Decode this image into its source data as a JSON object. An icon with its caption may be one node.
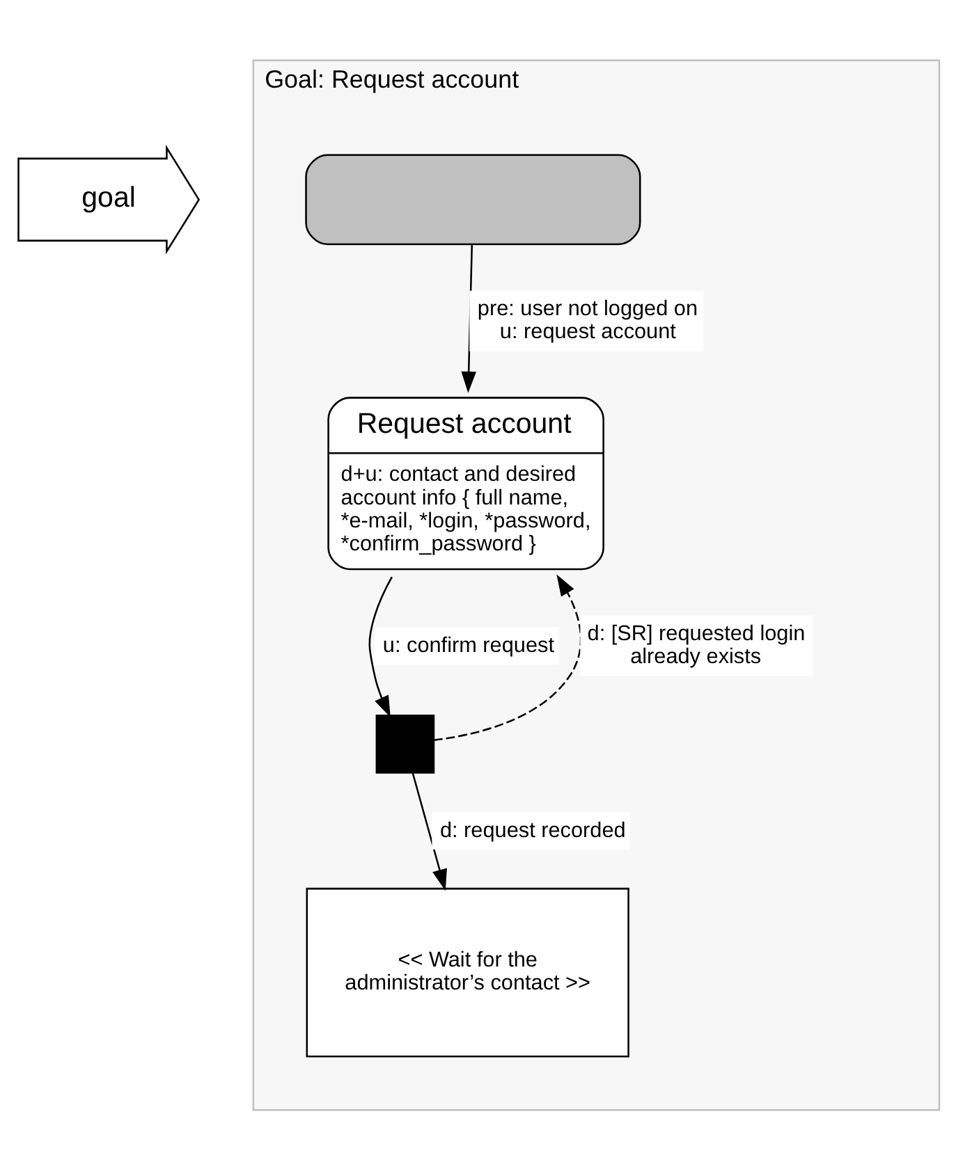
{
  "diagram": {
    "nodes": [
      {
        "text": [
          "goal"
        ]
      },
      {
        "text": [
          "Goal: Request account"
        ]
      },
      {
        "text": [],
        "shape": "box",
        "in": 1
      },
      {
        "text": [
          "Request account",
          "d+u: contact and desired account info { full name, *e-mail, *login, *password, *confirm_password }"
        ],
        "in": 1
      },
      {
        "text": [],
        "shape": "box",
        "in": 1
      },
      {
        "text": [
          "<< Wait for the administrator’s contact >>"
        ],
        "in": 1
      }
    ],
    "edges": [
      {
        "from": 2,
        "to": 3,
        "arrow": "to",
        "label": "pre: user not logged on u: request account"
      },
      {
        "from": 3,
        "to": 4,
        "arrow": "to",
        "label": "u: confirm request"
      },
      {
        "from": 4,
        "to": 3,
        "arrow": "to",
        "style": "dashed",
        "label": "d: [SR] requested login already exists"
      },
      {
        "from": 4,
        "to": 5,
        "arrow": "to",
        "label": "d: request recorded"
      }
    ]
  }
}
